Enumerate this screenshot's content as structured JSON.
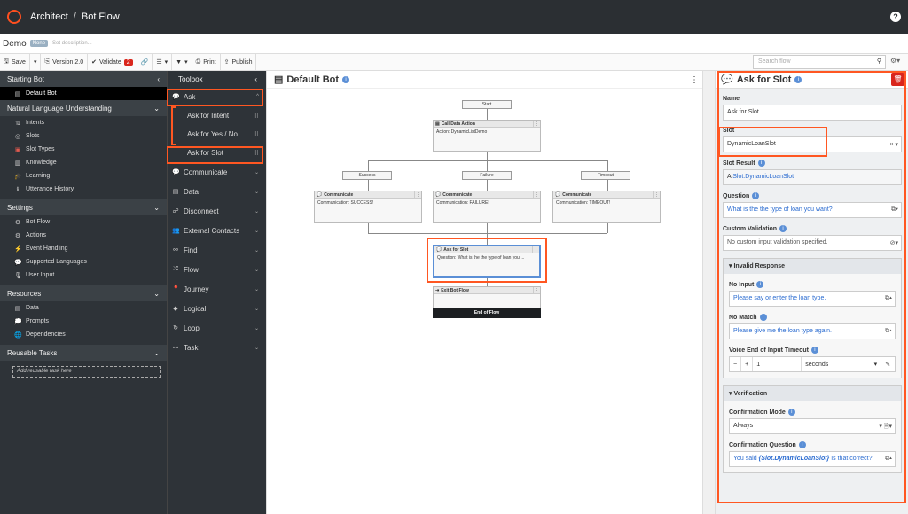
{
  "header": {
    "app": "Architect",
    "separator": "/",
    "section": "Bot Flow",
    "help": "?"
  },
  "flow": {
    "name": "Demo",
    "badge": "None",
    "description": "Set description..."
  },
  "toolbar": {
    "save": "Save",
    "version": "Version 2.0",
    "validate": "Validate",
    "validate_count": "2",
    "print": "Print",
    "publish": "Publish",
    "search_placeholder": "Search flow"
  },
  "left": {
    "starting_bot": "Starting Bot",
    "default_bot": "Default Bot",
    "nlu": "Natural Language Understanding",
    "nlu_items": [
      "Intents",
      "Slots",
      "Slot Types",
      "Knowledge",
      "Learning",
      "Utterance History"
    ],
    "settings": "Settings",
    "settings_items": [
      "Bot Flow",
      "Actions",
      "Event Handling",
      "Supported Languages",
      "User Input"
    ],
    "resources": "Resources",
    "resources_items": [
      "Data",
      "Prompts",
      "Dependencies"
    ],
    "reusable": "Reusable Tasks",
    "add_task": "Add reusable task here"
  },
  "toolbox": {
    "title": "Toolbox",
    "ask": "Ask",
    "ask_items": [
      "Ask for Intent",
      "Ask for Yes / No",
      "Ask for Slot"
    ],
    "cats": [
      "Communicate",
      "Data",
      "Disconnect",
      "External Contacts",
      "Find",
      "Flow",
      "Journey",
      "Logical",
      "Loop",
      "Task"
    ]
  },
  "canvas": {
    "title": "Default Bot",
    "start": "Start",
    "call_data": "Call Data Action",
    "call_data_body": "Action: DynamicListDemo",
    "success": "Success",
    "failure": "Failure",
    "timeout": "Timeout",
    "communicate": "Communicate",
    "comm_success": "Communication: SUCCESS!",
    "comm_failure": "Communication: FAILURE!",
    "comm_timeout": "Communication: TIMEOUT!",
    "ask_slot": "Ask for Slot",
    "ask_slot_body": "Question: What is the the type of loan you ...",
    "exit": "Exit Bot Flow",
    "end": "End of Flow"
  },
  "panel": {
    "title": "Ask for Slot",
    "name_label": "Name",
    "name_value": "Ask for Slot",
    "slot_label": "Slot",
    "slot_value": "DynamicLoanSlot",
    "slot_result_label": "Slot Result",
    "slot_result_value": "Slot.DynamicLoanSlot",
    "question_label": "Question",
    "question_value": "What is the the type of loan you want?",
    "custom_label": "Custom Validation",
    "custom_value": "No custom input validation specified.",
    "invalid": "Invalid Response",
    "noinput_label": "No Input",
    "noinput_value": "Please say or enter the loan type.",
    "nomatch_label": "No Match",
    "nomatch_value": "Please give me the loan type again.",
    "voice_label": "Voice End of Input Timeout",
    "voice_value": "1",
    "voice_unit": "seconds",
    "verification": "Verification",
    "confmode_label": "Confirmation Mode",
    "confmode_value": "Always",
    "confq_label": "Confirmation Question",
    "confq_pre": "You said ",
    "confq_var": "{Slot.DynamicLoanSlot}",
    "confq_post": " Is that correct?"
  }
}
